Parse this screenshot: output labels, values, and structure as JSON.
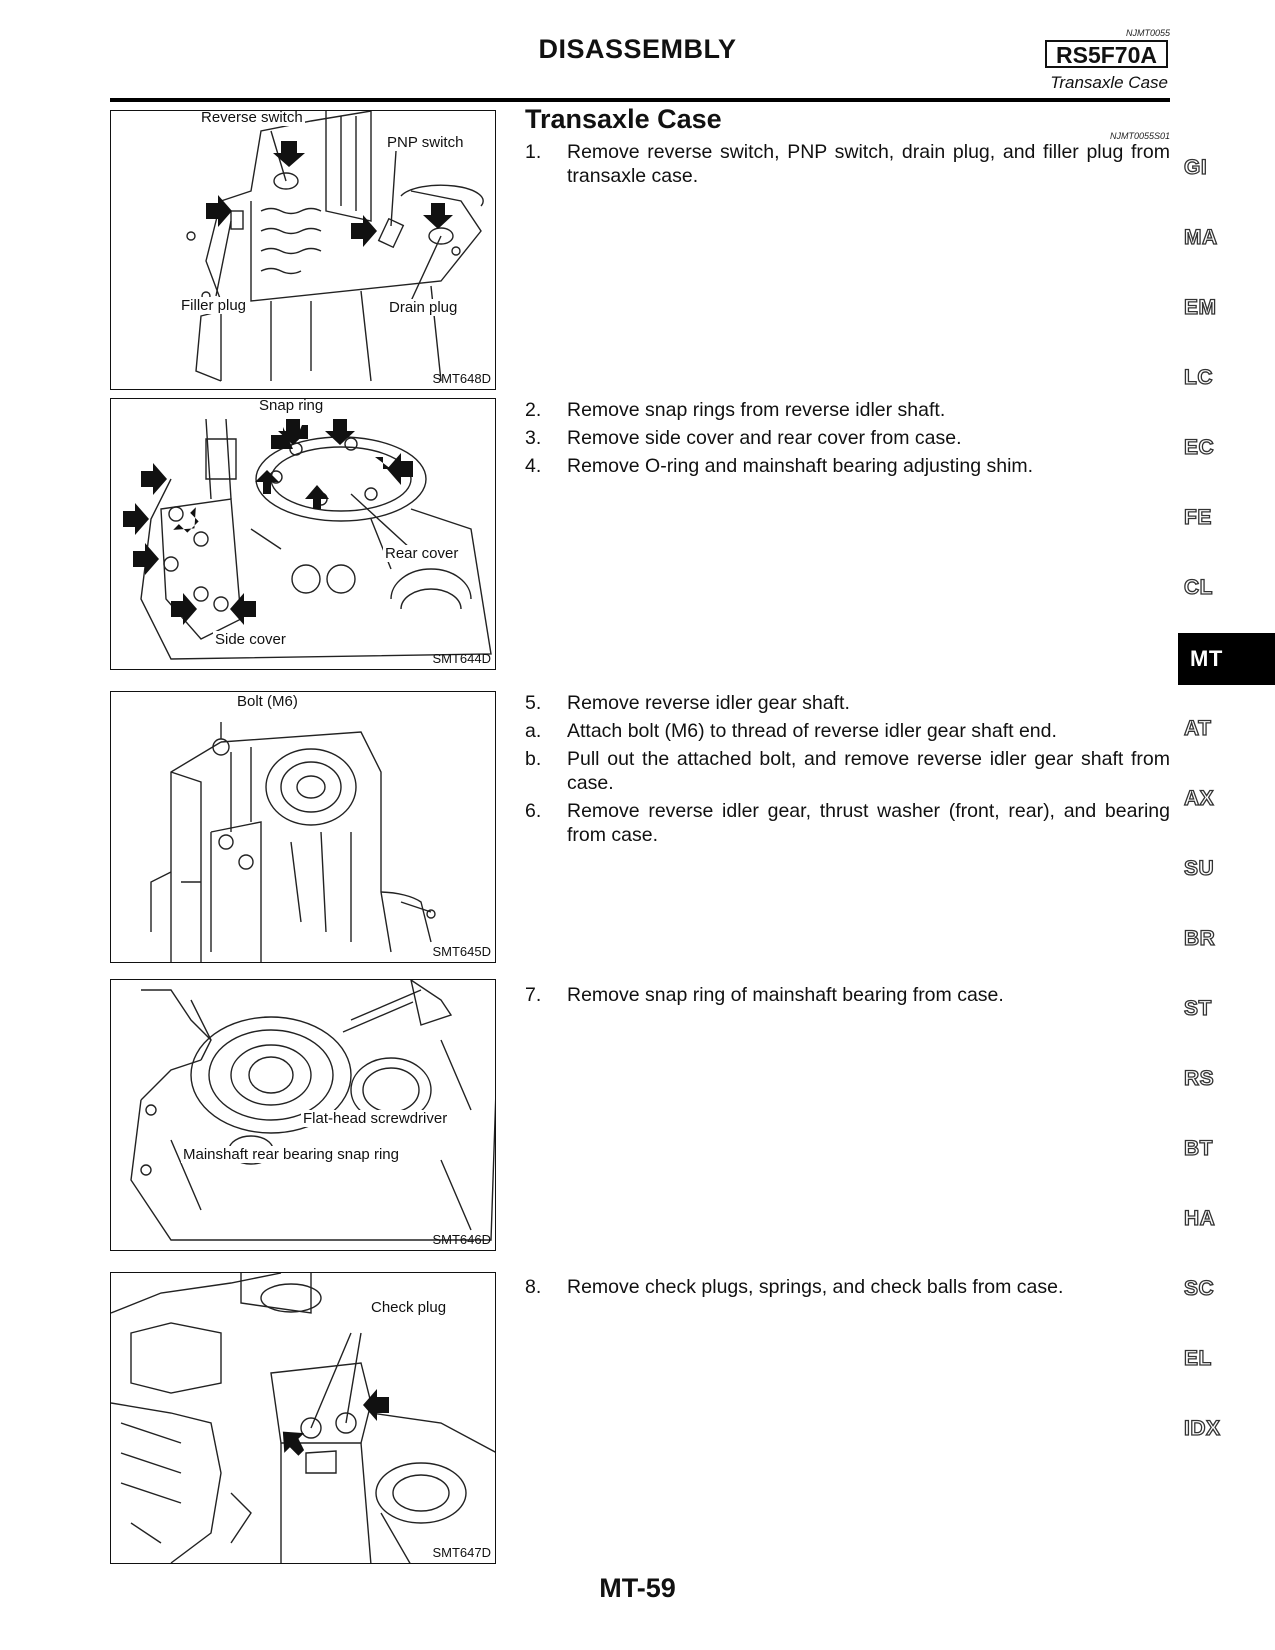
{
  "header": {
    "title": "DISASSEMBLY",
    "ref_code": "NJMT0055",
    "model": "RS5F70A",
    "subtitle": "Transaxle Case"
  },
  "section": {
    "title": "Transaxle Case",
    "ref_code": "NJMT0055S01"
  },
  "steps": [
    {
      "num": "1.",
      "text": "Remove reverse switch, PNP switch, drain plug, and filler plug from transaxle case."
    },
    {
      "num": "2.",
      "text": "Remove snap rings from reverse idler shaft."
    },
    {
      "num": "3.",
      "text": "Remove side cover and rear cover from case."
    },
    {
      "num": "4.",
      "text": "Remove O-ring and mainshaft bearing adjusting shim."
    },
    {
      "num": "5.",
      "text": "Remove reverse idler gear shaft."
    },
    {
      "num": "a.",
      "text": "Attach bolt (M6) to thread of reverse idler gear shaft end."
    },
    {
      "num": "b.",
      "text": "Pull out the attached bolt, and remove reverse idler gear shaft from case."
    },
    {
      "num": "6.",
      "text": "Remove reverse idler gear, thrust washer (front, rear), and bearing from case."
    },
    {
      "num": "7.",
      "text": "Remove snap ring of mainshaft bearing from case."
    },
    {
      "num": "8.",
      "text": "Remove check plugs, springs, and check balls from case."
    }
  ],
  "figures": [
    {
      "code": "SMT648D",
      "labels": [
        "Reverse switch",
        "PNP switch",
        "Filler plug",
        "Drain plug"
      ]
    },
    {
      "code": "SMT644D",
      "labels": [
        "Snap ring",
        "Rear cover",
        "Side cover"
      ]
    },
    {
      "code": "SMT645D",
      "labels": [
        "Bolt (M6)"
      ]
    },
    {
      "code": "SMT646D",
      "labels": [
        "Flat-head screwdriver",
        "Mainshaft rear bearing snap ring"
      ]
    },
    {
      "code": "SMT647D",
      "labels": [
        "Check plug"
      ]
    }
  ],
  "side_tabs": [
    "GI",
    "MA",
    "EM",
    "LC",
    "EC",
    "FE",
    "CL",
    "MT",
    "AT",
    "AX",
    "SU",
    "BR",
    "ST",
    "RS",
    "BT",
    "HA",
    "SC",
    "EL",
    "IDX"
  ],
  "active_tab": "MT",
  "page_number": "MT-59"
}
